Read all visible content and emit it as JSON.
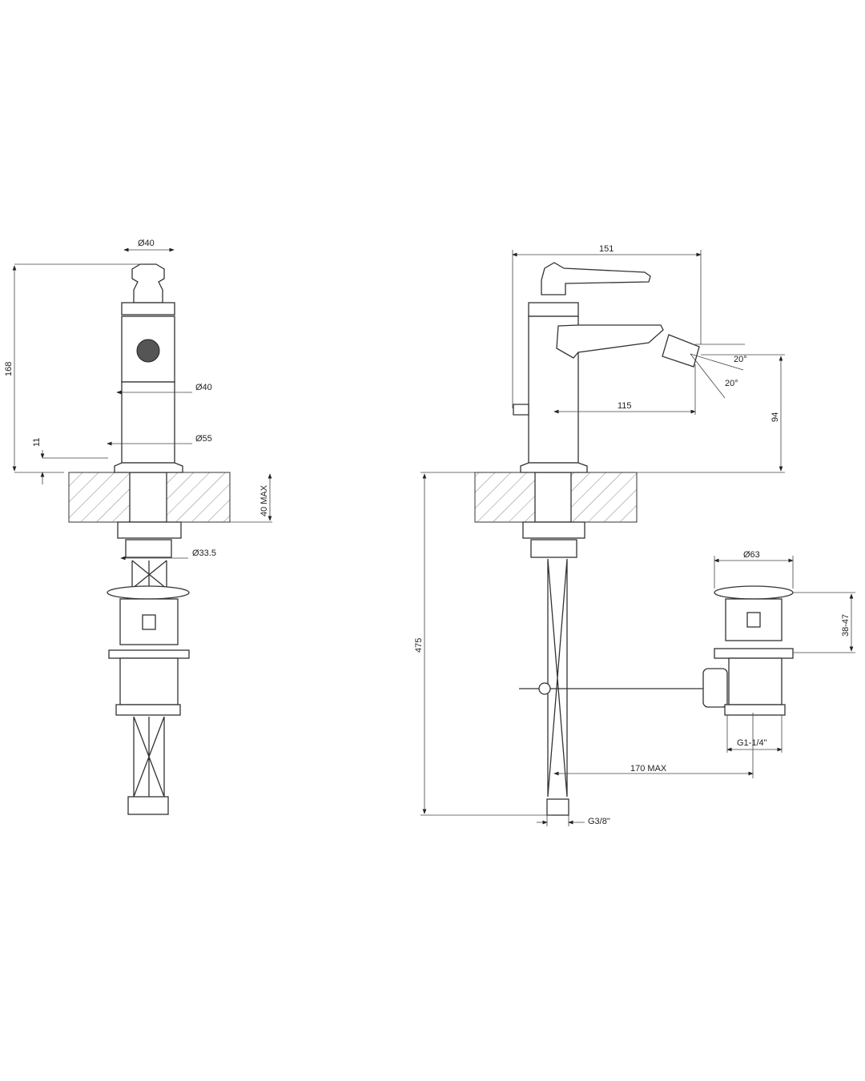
{
  "front_view": {
    "dims": {
      "top_diameter": "Ø40",
      "height": "168",
      "body_diameter": "Ø40",
      "base_diameter": "Ø55",
      "base_height": "11",
      "deck_thickness": "40 MAX",
      "shank_diameter": "Ø33.5"
    }
  },
  "side_view": {
    "dims": {
      "overall_length": "151",
      "spout_reach": "115",
      "spout_height": "94",
      "angle_1": "20°",
      "angle_2": "20°",
      "total_height": "475",
      "drain_diameter": "Ø63",
      "drain_height": "38-47",
      "drain_thread": "G1-1/4\"",
      "rod_length": "170 MAX",
      "hose_thread": "G3/8\""
    }
  }
}
